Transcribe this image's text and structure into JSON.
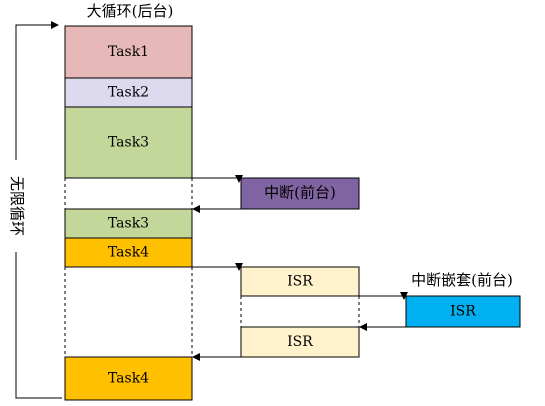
{
  "title": "大循环(后台)",
  "side_label": "无限循环",
  "interrupt_label": "中断(前台)",
  "nested_label": "中断嵌套(前台)",
  "tasks": {
    "t1": "Task1",
    "t2": "Task2",
    "t3a": "Task3",
    "t3b": "Task3",
    "t4a": "Task4",
    "t4b": "Task4"
  },
  "isr": {
    "isr1": "ISR",
    "isr2": "ISR",
    "isr_nested": "ISR"
  },
  "colors": {
    "task1": "#e6b9b8",
    "task2": "#ddd9ee",
    "task3": "#c4d79b",
    "task4": "#ffc000",
    "interrupt": "#8064a2",
    "isr": "#fff2cc",
    "isr_nested": "#00b0f0",
    "stroke": "#000000"
  }
}
